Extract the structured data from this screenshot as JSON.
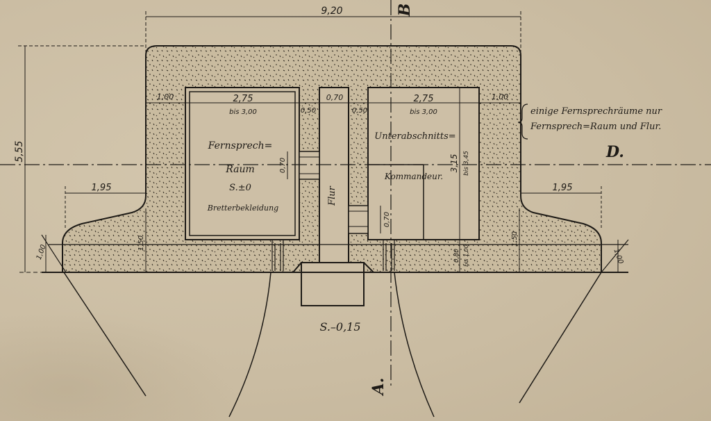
{
  "dimensions": {
    "overall_width": "9,20",
    "overall_height": "5,55",
    "wall_left": "1,00",
    "room_width": "2,75",
    "room_width_range": "bis 3,00",
    "wall_mid_left": "0,50",
    "corridor_width": "0,70",
    "wall_mid_right": "0,50",
    "room2_width": "2,75",
    "room2_width_range": "bis 3,00",
    "wall_right": "1,00",
    "room2_depth": "3,15",
    "room2_depth_range": "bis 3,45",
    "door_left": "0,70",
    "door_right": "0,70",
    "wing_left": "1,95",
    "wing_right": "1,95",
    "front_thickness": "1,50",
    "front_thickness_right": "1,50",
    "slope_left": "1,00",
    "slope_right": "1,00",
    "bottom_wall": "0,80",
    "bottom_wall_range": "bis 1,00"
  },
  "labels": {
    "room_left_line1": "Fernsprech=",
    "room_left_line2": "Raum",
    "room_left_level": "S.±0",
    "room_left_lining": "Bretterbekleidung",
    "corridor": "Flur",
    "room_right_line1": "Unterabschnitts=",
    "room_right_line2": "Kommandeur.",
    "level_bottom": "S.–0,15",
    "section_top": "B",
    "section_right": "D.",
    "section_bottom": "A.",
    "note_line1": "einige Fernsprechräume nur",
    "note_line2": "Fernsprech=Raum und Flur."
  }
}
